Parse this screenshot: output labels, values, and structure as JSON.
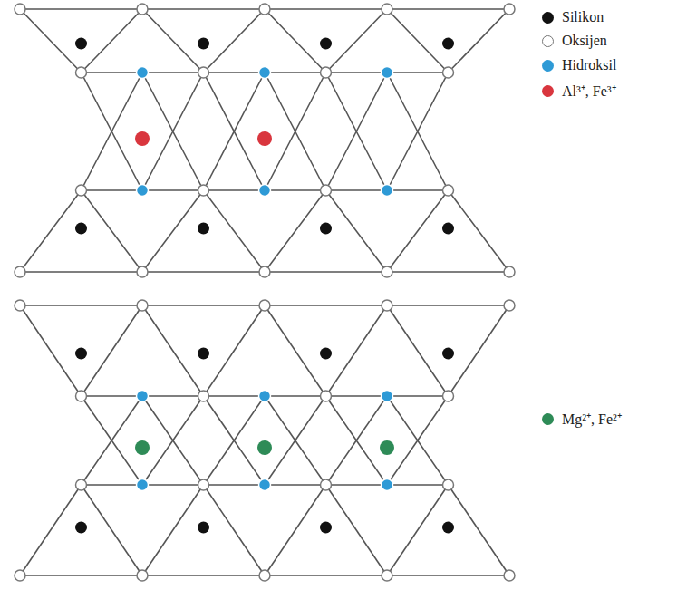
{
  "diagram": {
    "legend": [
      {
        "text": "Silikon",
        "color": "#111111"
      },
      {
        "text": "Oksijen",
        "color": "#ffffff"
      },
      {
        "text": "Hidroksil",
        "color": "#2e9ad6"
      },
      {
        "text": "Al³⁺, Fe³⁺",
        "color": "#d9363e"
      },
      {
        "text": "Mg²⁺, Fe²⁺",
        "color": "#2e8b57"
      }
    ]
  }
}
